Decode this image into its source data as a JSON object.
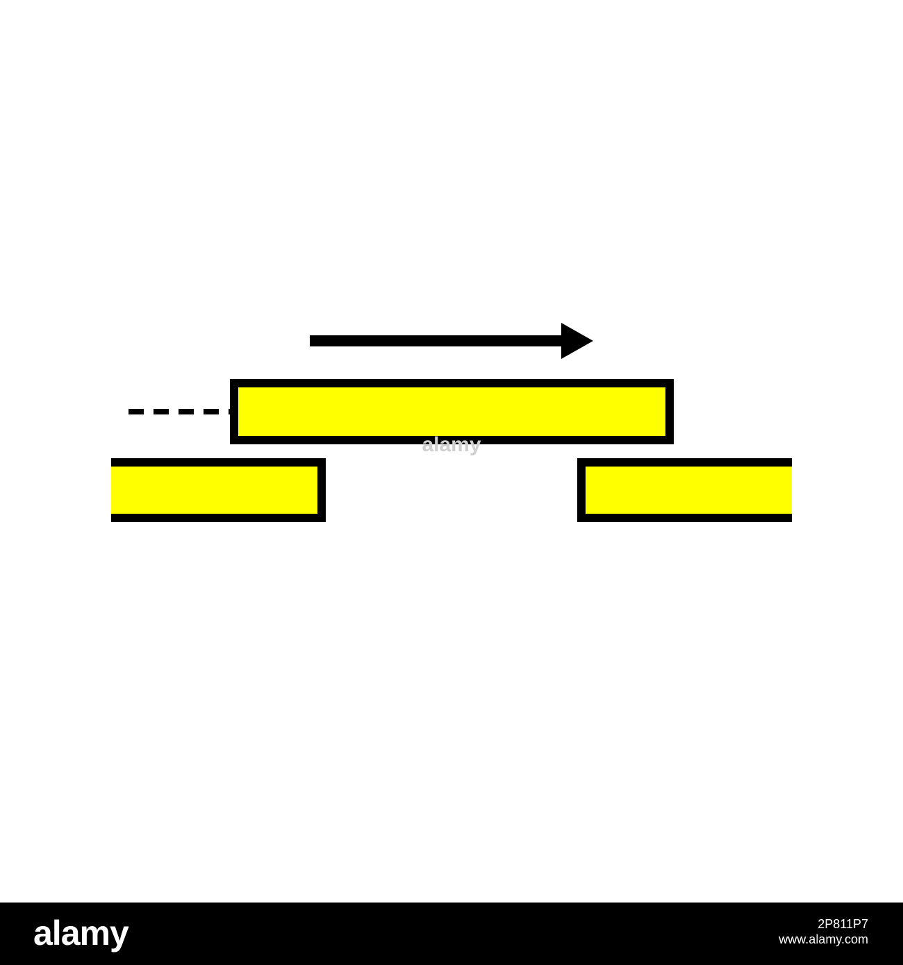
{
  "diagram": {
    "shapes": [
      {
        "id": "moving-plank",
        "kind": "rectangle",
        "fill": "#ffff00",
        "stroke": "#000000"
      },
      {
        "id": "left-plank",
        "kind": "rectangle",
        "fill": "#ffff00",
        "stroke": "#000000"
      },
      {
        "id": "right-plank",
        "kind": "rectangle",
        "fill": "#ffff00",
        "stroke": "#000000"
      },
      {
        "id": "direction-arrow",
        "kind": "arrow",
        "direction": "right",
        "color": "#000000"
      },
      {
        "id": "trail-line",
        "kind": "dashed-line",
        "color": "#000000"
      }
    ],
    "watermark": "alamy"
  },
  "footer": {
    "background": "#000000",
    "logo": "alamy",
    "image_id": "2P811P7",
    "site": "www.alamy.com"
  }
}
